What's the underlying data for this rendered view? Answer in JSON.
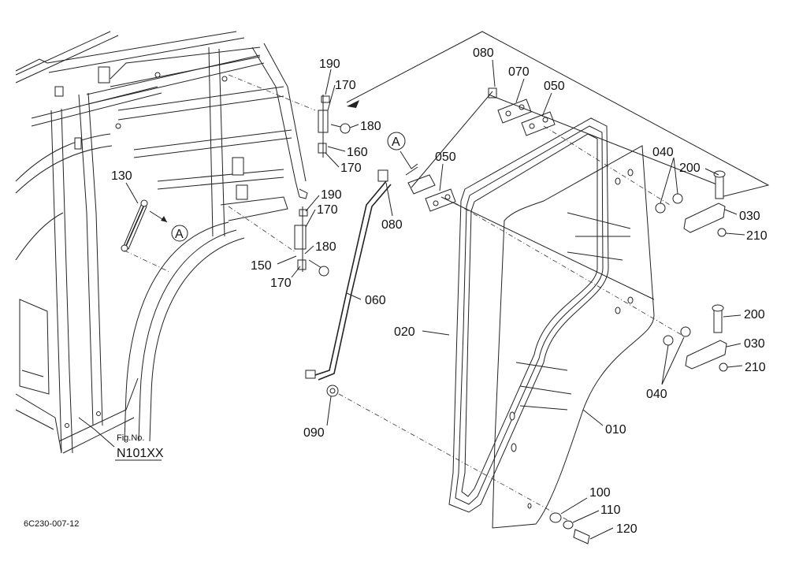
{
  "figure": {
    "fig_label": "Fig.No.",
    "fig_number": "N101XX",
    "drawing_code": "6C230-007-12",
    "view_marker": "A"
  },
  "callouts": [
    {
      "id": "p190a",
      "text": "190"
    },
    {
      "id": "p170a",
      "text": "170"
    },
    {
      "id": "p180a",
      "text": "180"
    },
    {
      "id": "p160",
      "text": "160"
    },
    {
      "id": "p170b",
      "text": "170"
    },
    {
      "id": "p190b",
      "text": "190"
    },
    {
      "id": "p170c",
      "text": "170"
    },
    {
      "id": "p180b",
      "text": "180"
    },
    {
      "id": "p150",
      "text": "150"
    },
    {
      "id": "p170d",
      "text": "170"
    },
    {
      "id": "p130",
      "text": "130"
    },
    {
      "id": "p080a",
      "text": "080"
    },
    {
      "id": "p070",
      "text": "070"
    },
    {
      "id": "p050a",
      "text": "050"
    },
    {
      "id": "p050b",
      "text": "050"
    },
    {
      "id": "p080b",
      "text": "080"
    },
    {
      "id": "p060",
      "text": "060"
    },
    {
      "id": "p020",
      "text": "020"
    },
    {
      "id": "p090",
      "text": "090"
    },
    {
      "id": "p040a",
      "text": "040"
    },
    {
      "id": "p200a",
      "text": "200"
    },
    {
      "id": "p030a",
      "text": "030"
    },
    {
      "id": "p210a",
      "text": "210"
    },
    {
      "id": "p200b",
      "text": "200"
    },
    {
      "id": "p030b",
      "text": "030"
    },
    {
      "id": "p210b",
      "text": "210"
    },
    {
      "id": "p040b",
      "text": "040"
    },
    {
      "id": "p010",
      "text": "010"
    },
    {
      "id": "p100",
      "text": "100"
    },
    {
      "id": "p110",
      "text": "110"
    },
    {
      "id": "p120",
      "text": "120"
    }
  ]
}
